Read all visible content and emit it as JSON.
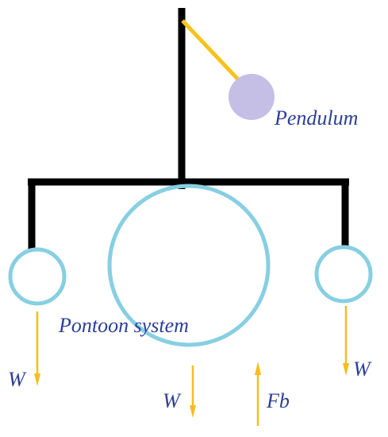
{
  "labels": {
    "pendulum": "Pendulum",
    "pontoon_system": "Pontoon system",
    "weight_left": "W",
    "weight_center": "W",
    "weight_right": "W",
    "buoyancy": "Fb"
  },
  "colors": {
    "frame": "#000000",
    "pontoon_outline": "#87cfe2",
    "pendulum_bob": "#c5bfe6",
    "pendulum_rod": "#f7c21b",
    "force_arrow": "#f5bd1e",
    "label_text": "#2b3f98"
  }
}
